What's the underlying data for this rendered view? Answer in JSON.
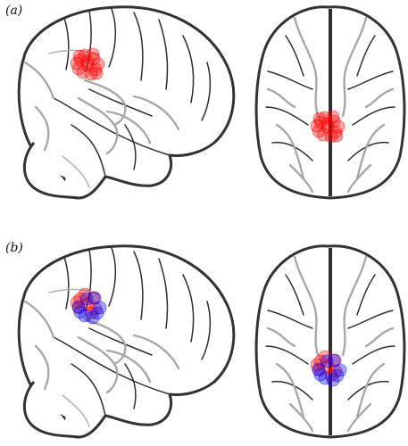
{
  "panels": [
    {
      "label": "(a)",
      "views": [
        "sagittal",
        "axial"
      ],
      "clusters": [
        {
          "view": "sagittal",
          "color": "#ff0000",
          "count": 14
        },
        {
          "view": "axial",
          "color": "#ff0000",
          "count": 14
        }
      ]
    },
    {
      "label": "(b)",
      "views": [
        "sagittal",
        "axial"
      ],
      "clusters": [
        {
          "view": "sagittal",
          "color": "#ff0000",
          "count": 8
        },
        {
          "view": "sagittal",
          "color": "#0000ff",
          "count": 8
        },
        {
          "view": "axial",
          "color": "#ff0000",
          "count": 8
        },
        {
          "view": "axial",
          "color": "#0000ff",
          "count": 8
        }
      ]
    }
  ],
  "colors": {
    "outline": "#333333",
    "gray_sulcus": "#a8a8a8",
    "dark_sulcus": "#2e2e2e",
    "foci_red": "#ff0000",
    "foci_blue": "#0000ff"
  }
}
